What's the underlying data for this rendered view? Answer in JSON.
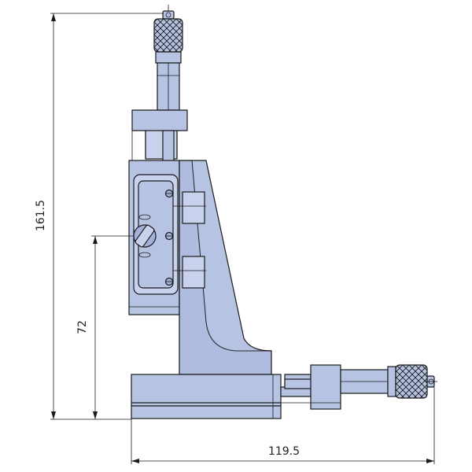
{
  "dimensions": {
    "total_height": "161.5",
    "center_height": "72",
    "total_width": "119.5"
  },
  "colors": {
    "body_fill": "#b7c3e3",
    "body_dark": "#a3b1d9",
    "body_light": "#c8d2ec",
    "line": "#1a1a1a"
  }
}
